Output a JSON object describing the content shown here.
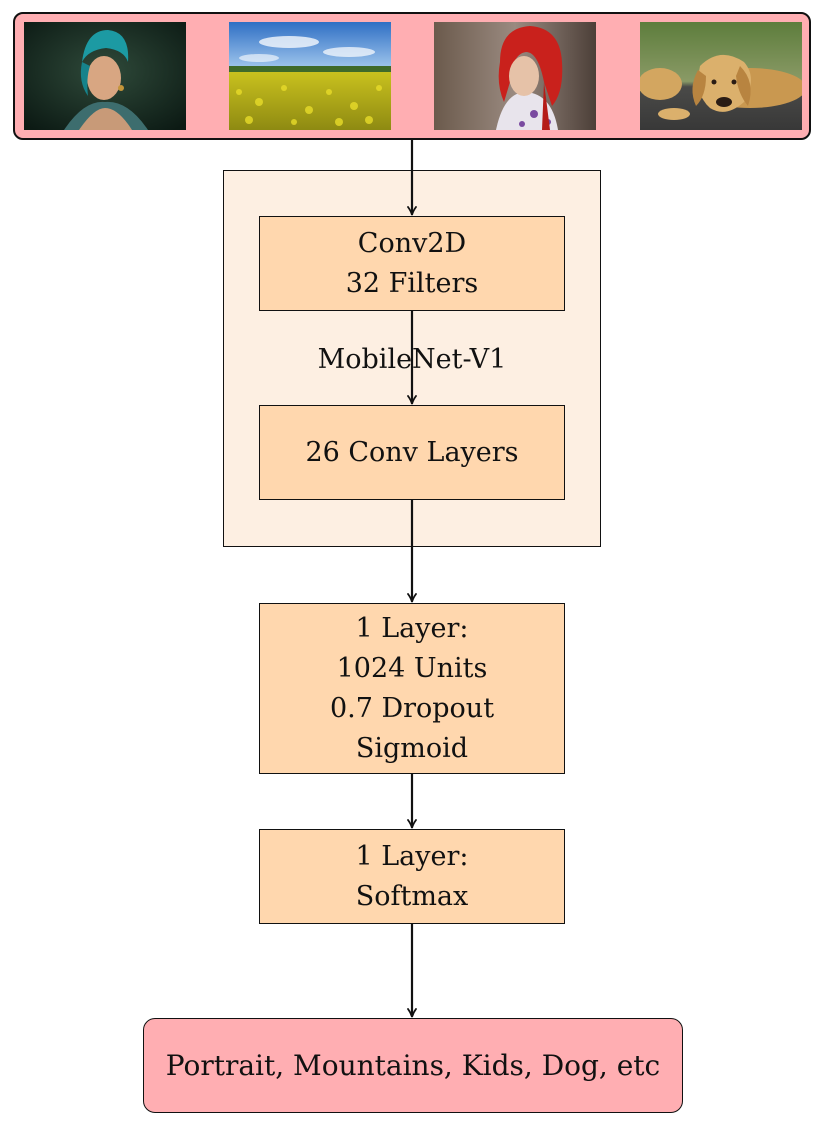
{
  "input_images": [
    {
      "name": "woman-with-headscarf-photo"
    },
    {
      "name": "yellow-flower-field-photo"
    },
    {
      "name": "child-in-red-hood-photo"
    },
    {
      "name": "golden-retriever-photo"
    }
  ],
  "backbone": {
    "label": "MobileNet-V1",
    "conv2d": {
      "line1": "Conv2D",
      "line2": "32 Filters"
    },
    "conv_layers": {
      "line1": "26 Conv Layers"
    }
  },
  "dense": {
    "line1": "1 Layer:",
    "line2": "1024 Units",
    "line3": "0.7 Dropout",
    "line4": "Sigmoid"
  },
  "softmax": {
    "line1": "1 Layer:",
    "line2": "Softmax"
  },
  "output": {
    "label": "Portrait, Mountains, Kids, Dog, etc"
  },
  "colors": {
    "input_fill": "#ffaeb2",
    "backbone_fill": "#fdefe2",
    "layer_fill": "#ffd7ae",
    "output_fill": "#ffaeb2",
    "stroke": "#111111"
  }
}
